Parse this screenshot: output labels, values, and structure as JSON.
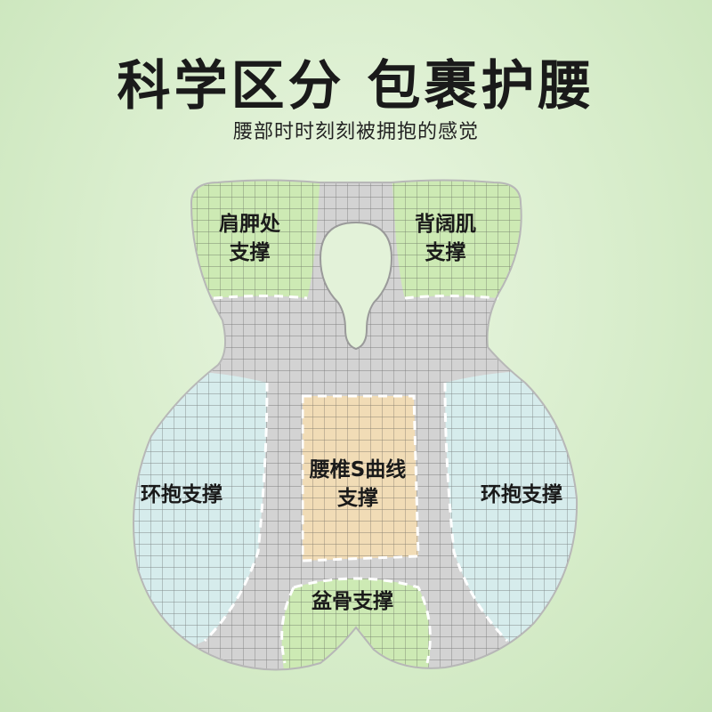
{
  "title": "科学区分 包裹护腰",
  "subtitle": "腰部时时刻刻被拥抱的感觉",
  "zones": {
    "shoulder": {
      "line1": "肩胛处",
      "line2": "支撑"
    },
    "back": {
      "line1": "背阔肌",
      "line2": "支撑"
    },
    "left_wrap": "环抱支撑",
    "right_wrap": "环抱支撑",
    "lumbar": {
      "line1": "腰椎S曲线",
      "line2": "支撑"
    },
    "pelvis": "盆骨支撑"
  },
  "colors": {
    "green_zone": "#cdeab4",
    "blue_zone": "#d6ecec",
    "grey_zone": "#d3d3d3",
    "tan_zone": "#f1dcb6",
    "grid_line": "#3a3a3a"
  }
}
